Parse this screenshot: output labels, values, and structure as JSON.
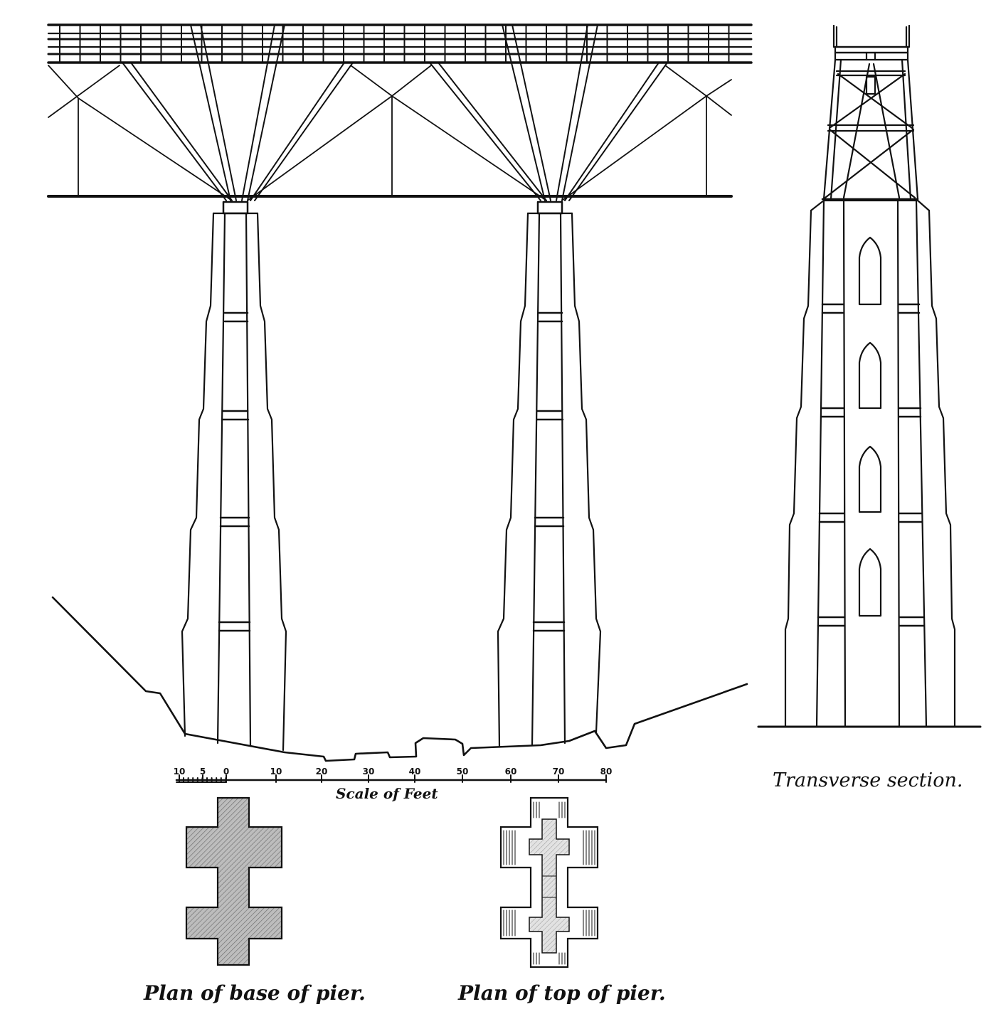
{
  "captions": {
    "scale_title": "Scale of Feet",
    "transverse": "Transverse section.",
    "plan_base": "Plan of base of pier.",
    "plan_top": "Plan of top of pier."
  },
  "scale": {
    "ticks": [
      "10",
      "5",
      "0",
      "10",
      "20",
      "30",
      "40",
      "50",
      "60",
      "70",
      "80"
    ]
  },
  "colors": {
    "ink": "#111111",
    "paper": "#ffffff",
    "hatch": "#9a9a9a"
  }
}
